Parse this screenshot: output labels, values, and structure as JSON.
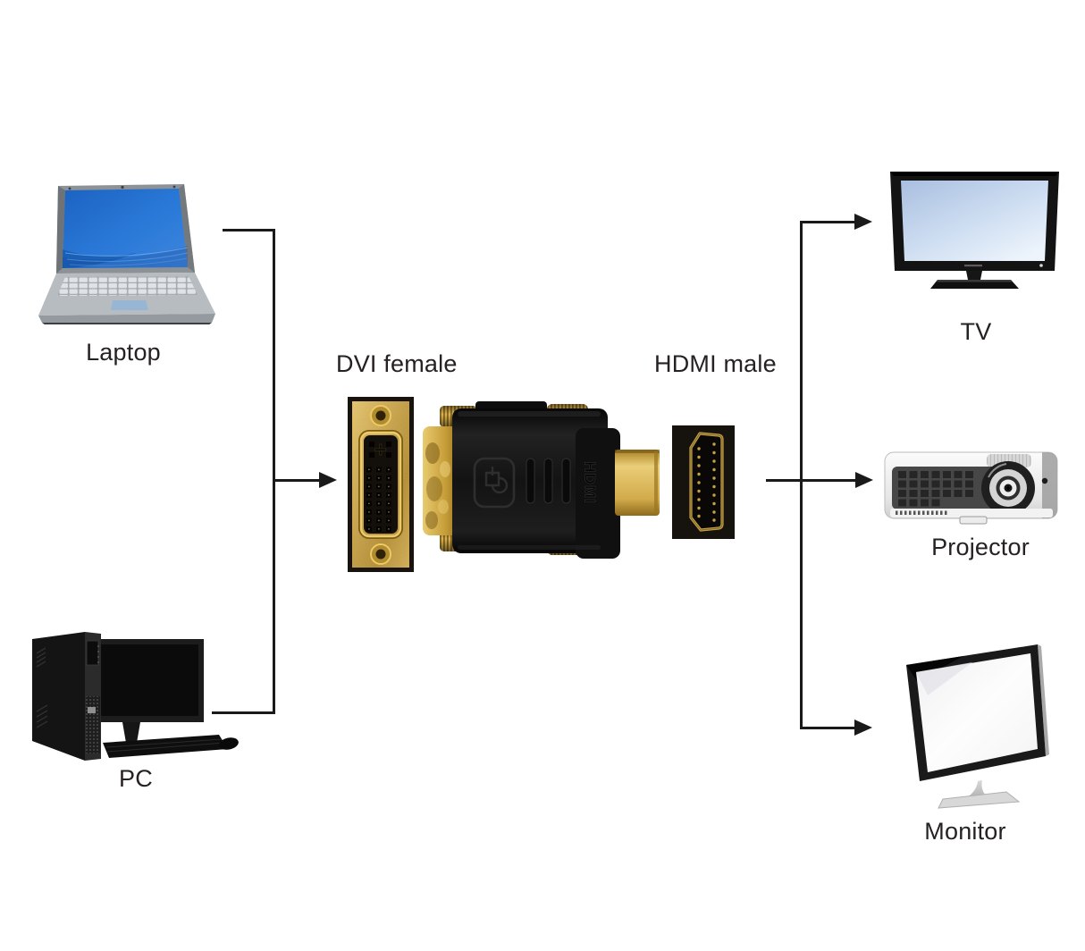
{
  "diagram": {
    "background": "#ffffff",
    "line_color": "#1a1a1a",
    "text_color": "#262123",
    "sources": [
      {
        "id": "laptop",
        "label": "Laptop"
      },
      {
        "id": "pc",
        "label": "PC"
      }
    ],
    "adapter": {
      "left_connector_label": "DVI female",
      "right_connector_label": "HDMI male",
      "embossed_text": "HDMI"
    },
    "outputs": [
      {
        "id": "tv",
        "label": "TV"
      },
      {
        "id": "projector",
        "label": "Projector"
      },
      {
        "id": "monitor",
        "label": "Monitor"
      }
    ],
    "colors": {
      "gold": "#c9a23e",
      "gold_light": "#e6c468",
      "adapter_body": "#161616",
      "laptop_screen_blue": "#2373d2",
      "tv_screen_blue": "#cfe0f2"
    }
  }
}
